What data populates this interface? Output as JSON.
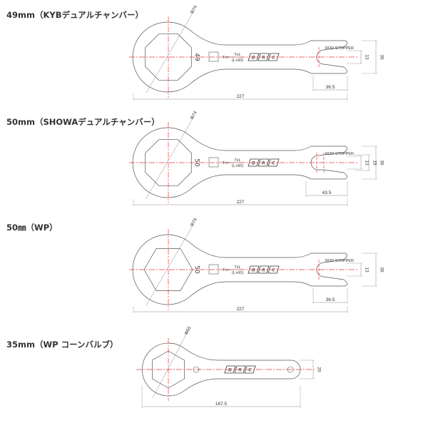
{
  "wrenches": [
    {
      "title": "49mm（KYBデュアルチャンバー）",
      "size_mark": "49",
      "diameter": "Φ74",
      "length": "227",
      "width": "36",
      "slot": "13",
      "stopper_len": "36.5",
      "stopper_label": "ROD STOPPER",
      "formula_lhs": "Tn=",
      "formula_num": "TxL",
      "formula_den": "(L+60)",
      "logo": "DRC"
    },
    {
      "title": "50mm（SHOWAデュアルチャンバー）",
      "size_mark": "50",
      "diameter": "Φ74",
      "length": "227",
      "width": "36",
      "slot": "13",
      "slot2": "15",
      "stopper_len": "43.5",
      "stopper_label": "ROD STOPPER",
      "formula_lhs": "Tn=",
      "formula_num": "TxL",
      "formula_den": "(L+60)",
      "logo": "DRC"
    },
    {
      "title": "50㎜（WP）",
      "size_mark": "50",
      "diameter": "Φ74",
      "length": "227",
      "width": "36",
      "slot": "13",
      "stopper_len": "36.5",
      "stopper_label": "ROD STOPPER",
      "formula_lhs": "Tn=",
      "formula_num": "TxL",
      "formula_den": "(L+60)",
      "logo": "DRC"
    },
    {
      "title": "35mm（WP コーンバルブ）",
      "diameter": "Φ55",
      "length": "167.5",
      "width": "20",
      "logo": "DRC"
    }
  ],
  "colors": {
    "line": "#555555",
    "center": "#e8383d",
    "dim": "#888888"
  }
}
